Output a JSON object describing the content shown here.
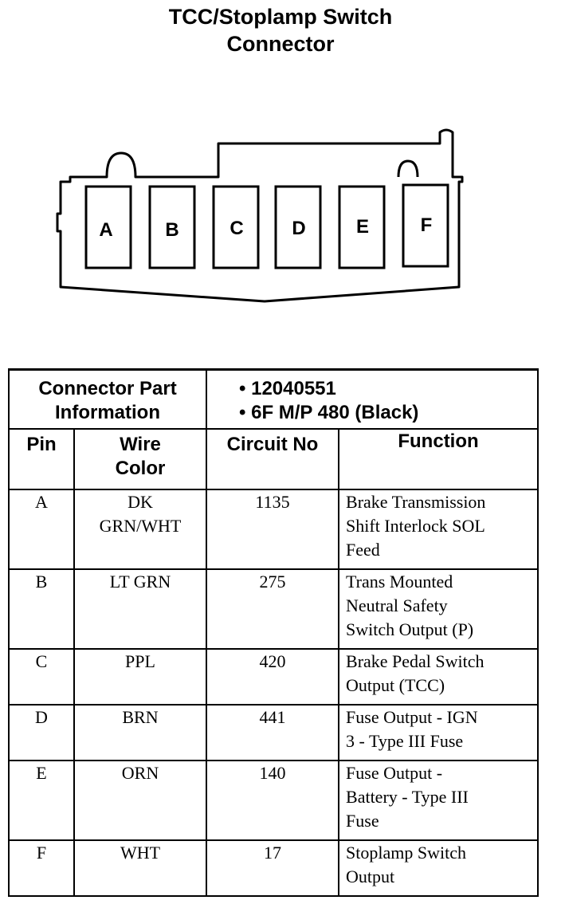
{
  "title": {
    "line1": "TCC/Stoplamp Switch",
    "line2": "Connector"
  },
  "connector_pins": [
    "A",
    "B",
    "C",
    "D",
    "E",
    "F"
  ],
  "part_info": {
    "label_line1": "Connector Part",
    "label_line2": "Information",
    "items": [
      "12040551",
      "6F M/P 480 (Black)"
    ]
  },
  "headers": {
    "pin": "Pin",
    "wire_line1": "Wire",
    "wire_line2": "Color",
    "circuit": "Circuit No",
    "function": "Function"
  },
  "rows": [
    {
      "pin": "A",
      "wire": [
        "DK",
        "GRN/WHT"
      ],
      "circuit": "1135",
      "function": [
        "Brake Transmission",
        "Shift Interlock SOL",
        "Feed"
      ]
    },
    {
      "pin": "B",
      "wire": [
        "LT GRN"
      ],
      "circuit": "275",
      "function": [
        "Trans Mounted",
        "Neutral Safety",
        "Switch Output (P)"
      ]
    },
    {
      "pin": "C",
      "wire": [
        "PPL"
      ],
      "circuit": "420",
      "function": [
        "Brake Pedal Switch",
        "Output (TCC)"
      ]
    },
    {
      "pin": "D",
      "wire": [
        "BRN"
      ],
      "circuit": "441",
      "function": [
        "Fuse Output - IGN",
        "3 - Type III Fuse"
      ]
    },
    {
      "pin": "E",
      "wire": [
        "ORN"
      ],
      "circuit": "140",
      "function": [
        "Fuse Output -",
        "Battery - Type III",
        "Fuse"
      ]
    },
    {
      "pin": "F",
      "wire": [
        "WHT"
      ],
      "circuit": "17",
      "function": [
        "Stoplamp Switch",
        "Output"
      ]
    }
  ]
}
